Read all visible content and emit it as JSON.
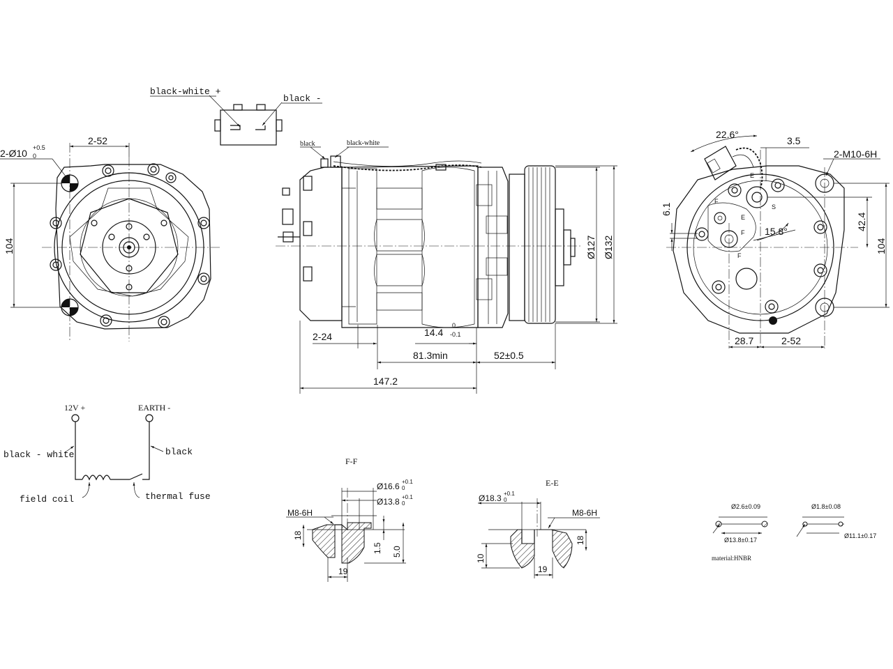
{
  "connector": {
    "left_wire": "black-white +",
    "right_wire": "black -"
  },
  "front_view": {
    "hole_note_main": "2-Ø10",
    "hole_note_tol": "+0.5",
    "hole_note_tol_low": "0",
    "spacing": "2-52",
    "height": "104"
  },
  "side_view": {
    "wire_black": "black",
    "wire_black_white": "black-white",
    "dim_2_24": "2-24",
    "dim_14_4": "14.4",
    "dim_14_4_tol_up": "0",
    "dim_14_4_tol_low": "-0.1",
    "dim_81_3": "81.3min",
    "dim_52": "52±0.5",
    "dim_147_2": "147.2",
    "dia_127": "Ø127",
    "dia_132": "Ø132"
  },
  "rear_view": {
    "angle_22_6": "22.6°",
    "dim_3_5": "3.5",
    "thread": "2-M10-6H",
    "dim_6_1": "6.1",
    "dim_42_4": "42.4",
    "angle_15_8": "15.8°",
    "height": "104",
    "dim_28_7": "28.7",
    "spacing": "2-52",
    "marker_f": "F",
    "marker_e": "E",
    "marker_s": "S"
  },
  "wiring": {
    "pos_terminal": "12V +",
    "neg_terminal": "EARTH -",
    "left_wire": "black - white",
    "right_wire": "black",
    "coil": "field coil",
    "fuse": "thermal fuse"
  },
  "section_ff": {
    "title": "F-F",
    "dia_16_6": "Ø16.6",
    "dia_16_6_tol_up": "+0.1",
    "dia_16_6_tol_low": "0",
    "dia_13_8": "Ø13.8",
    "dia_13_8_tol_up": "+0.1",
    "dia_13_8_tol_low": "0",
    "thread": "M8-6H",
    "dim_18": "18",
    "dim_1_5": "1.5",
    "dim_5_0": "5.0",
    "dim_19": "19"
  },
  "section_ee": {
    "title": "E-E",
    "dia_18_3": "Ø18.3",
    "dia_18_3_tol_up": "+0.1",
    "dia_18_3_tol_low": "0",
    "thread": "M8-6H",
    "dim_18": "18",
    "dim_10": "10",
    "dim_19": "19"
  },
  "orings": {
    "ring1_cross": "Ø2.6±0.09",
    "ring1_inner": "Ø13.8±0.17",
    "ring2_cross": "Ø1.8±0.08",
    "ring2_inner": "Ø11.1±0.17",
    "material": "material:HNBR"
  }
}
